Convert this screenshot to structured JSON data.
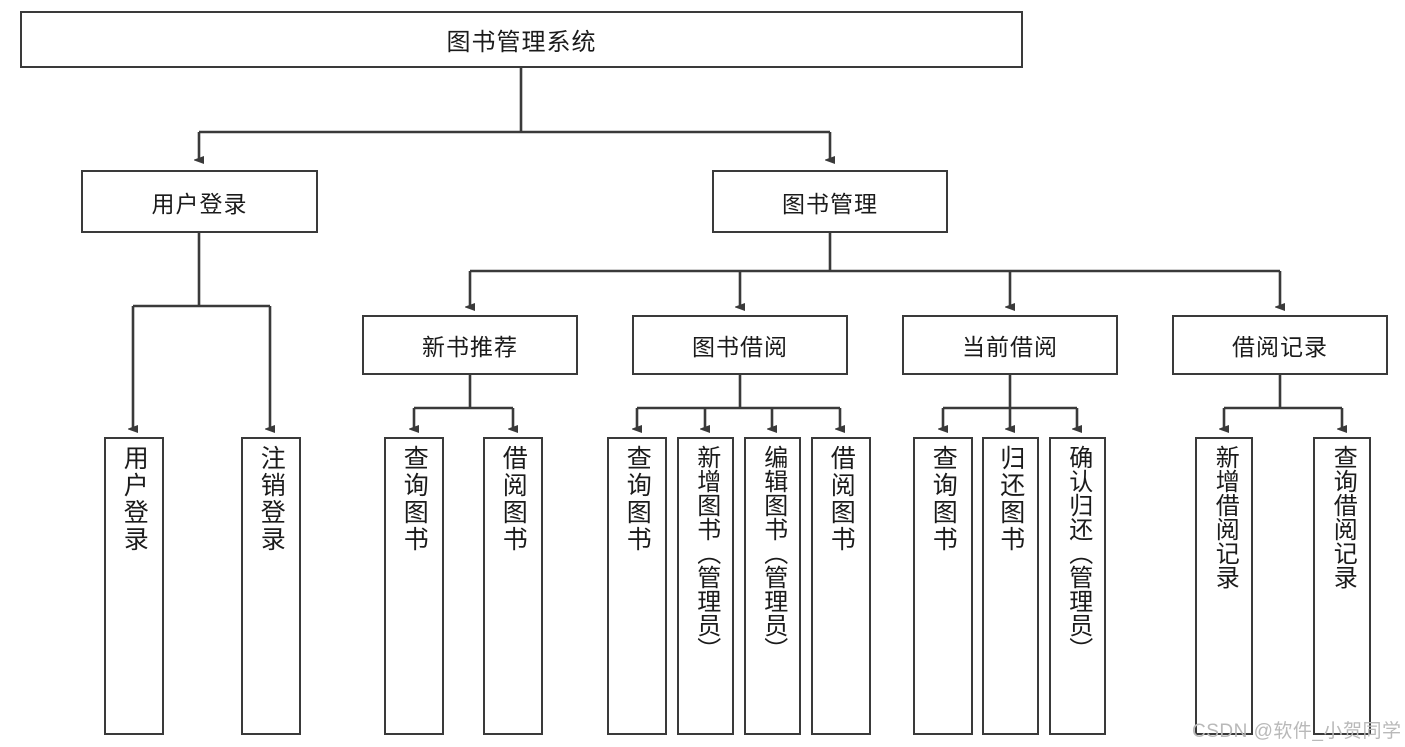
{
  "diagram": {
    "title": "图书管理系统",
    "type": "hierarchy-tree",
    "colors": {
      "stroke": "#3a3a3a",
      "fill": "#ffffff",
      "text": "#1b1b1b",
      "watermark": "#b9b9b9"
    },
    "root": {
      "label": "图书管理系统"
    },
    "level1": [
      {
        "label": "用户登录"
      },
      {
        "label": "图书管理"
      }
    ],
    "level2": [
      {
        "label": "新书推荐"
      },
      {
        "label": "图书借阅"
      },
      {
        "label": "当前借阅"
      },
      {
        "label": "借阅记录"
      }
    ],
    "leaves": {
      "user_login": [
        {
          "label": "用户登录"
        },
        {
          "label": "注销登录"
        }
      ],
      "new_book_recommend": [
        {
          "label": "查询图书"
        },
        {
          "label": "借阅图书"
        }
      ],
      "book_borrow": [
        {
          "label": "查询图书"
        },
        {
          "label": "新增图书（管理员）"
        },
        {
          "label": "编辑图书（管理员）"
        },
        {
          "label": "借阅图书"
        }
      ],
      "current_borrow": [
        {
          "label": "查询图书"
        },
        {
          "label": "归还图书"
        },
        {
          "label": "确认归还（管理员）"
        }
      ],
      "borrow_record": [
        {
          "label": "新增借阅记录"
        },
        {
          "label": "查询借阅记录"
        }
      ]
    },
    "watermark": "CSDN @软件_小贺同学"
  }
}
